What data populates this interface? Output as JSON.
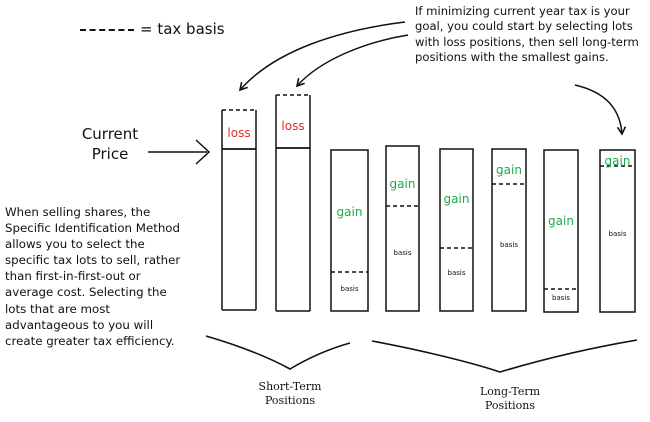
{
  "legend": {
    "text": "= tax basis"
  },
  "note_top": "If minimizing current year tax is your goal, you could start by selecting lots with loss positions, then sell long-term positions with the smallest gains.",
  "current_price": {
    "line1": "Current",
    "line2": "Price"
  },
  "note_left": "When selling shares, the Specific Identification Method allows you to select the specific tax lots to sell, rather than first-in-first-out or average cost. Selecting the lots that are most advantageous to you will create greater tax efficiency.",
  "short_term": {
    "line1": "Short-Term",
    "line2": "Positions"
  },
  "long_term": {
    "line1": "Long-Term",
    "line2": "Positions"
  },
  "lots": [
    {
      "type": "loss",
      "label": "loss",
      "basis_label": ""
    },
    {
      "type": "loss",
      "label": "loss",
      "basis_label": ""
    },
    {
      "type": "gain",
      "label": "gain",
      "basis_label": "basis"
    },
    {
      "type": "gain",
      "label": "gain",
      "basis_label": "basis"
    },
    {
      "type": "gain",
      "label": "gain",
      "basis_label": "basis"
    },
    {
      "type": "gain",
      "label": "gain",
      "basis_label": "basis"
    },
    {
      "type": "gain",
      "label": "gain",
      "basis_label": "basis"
    },
    {
      "type": "gain",
      "label": "gain",
      "basis_label": "basis"
    }
  ],
  "colors": {
    "gain": "#22a84a",
    "loss": "#e02b2b",
    "ink": "#111111"
  }
}
